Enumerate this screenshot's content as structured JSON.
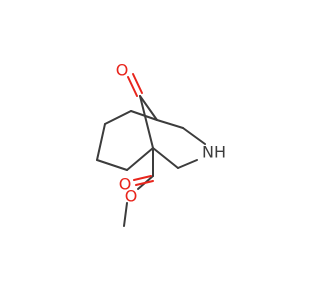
{
  "molecule": {
    "atoms": {
      "carbonyl_oxygen": {
        "label": "O",
        "color": "#e8251c"
      },
      "amine_nitrogen": {
        "label": "NH",
        "color": "#3c3c3c"
      },
      "ester_carbonyl_oxygen": {
        "label": "O",
        "color": "#e8251c"
      },
      "ester_ether_oxygen": {
        "label": "O",
        "color": "#e8251c"
      }
    },
    "bond_color": "#3c3c3c",
    "heteroatom_color": "#e8251c"
  }
}
